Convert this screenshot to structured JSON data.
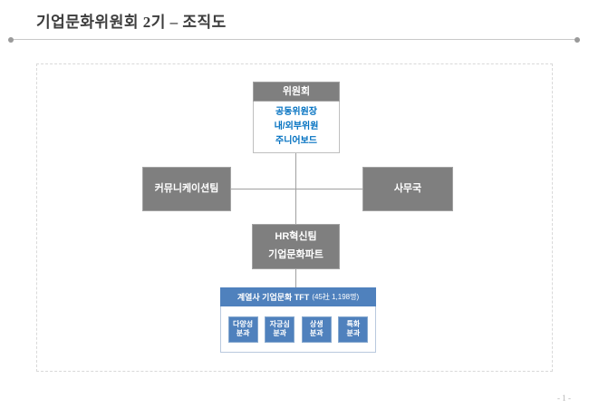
{
  "page": {
    "title": "기업문화위원회 2기 – 조직도",
    "page_number": "- 1 -"
  },
  "colors": {
    "gray_box": "#7f7f7f",
    "blue_box": "#4f81bd",
    "blue_member_text": "#0070c0",
    "connector_line": "#a0a0a0"
  },
  "org_chart": {
    "committee": {
      "title": "위원회",
      "members": [
        "공동위원장",
        "내/외부위원",
        "주니어보드"
      ]
    },
    "left_box": {
      "label": "커뮤니케이션팀"
    },
    "right_box": {
      "label": "사무국"
    },
    "center_box": {
      "line1": "HR혁신팀",
      "line2": "기업문화파트"
    },
    "tft": {
      "title": "계열사 기업문화 TFT",
      "count": "(45社 1,198명)",
      "subcommittees": [
        {
          "line1": "다양성",
          "line2": "분과"
        },
        {
          "line1": "자긍심",
          "line2": "분과"
        },
        {
          "line1": "상생",
          "line2": "분과"
        },
        {
          "line1": "특화",
          "line2": "분과"
        }
      ]
    }
  }
}
